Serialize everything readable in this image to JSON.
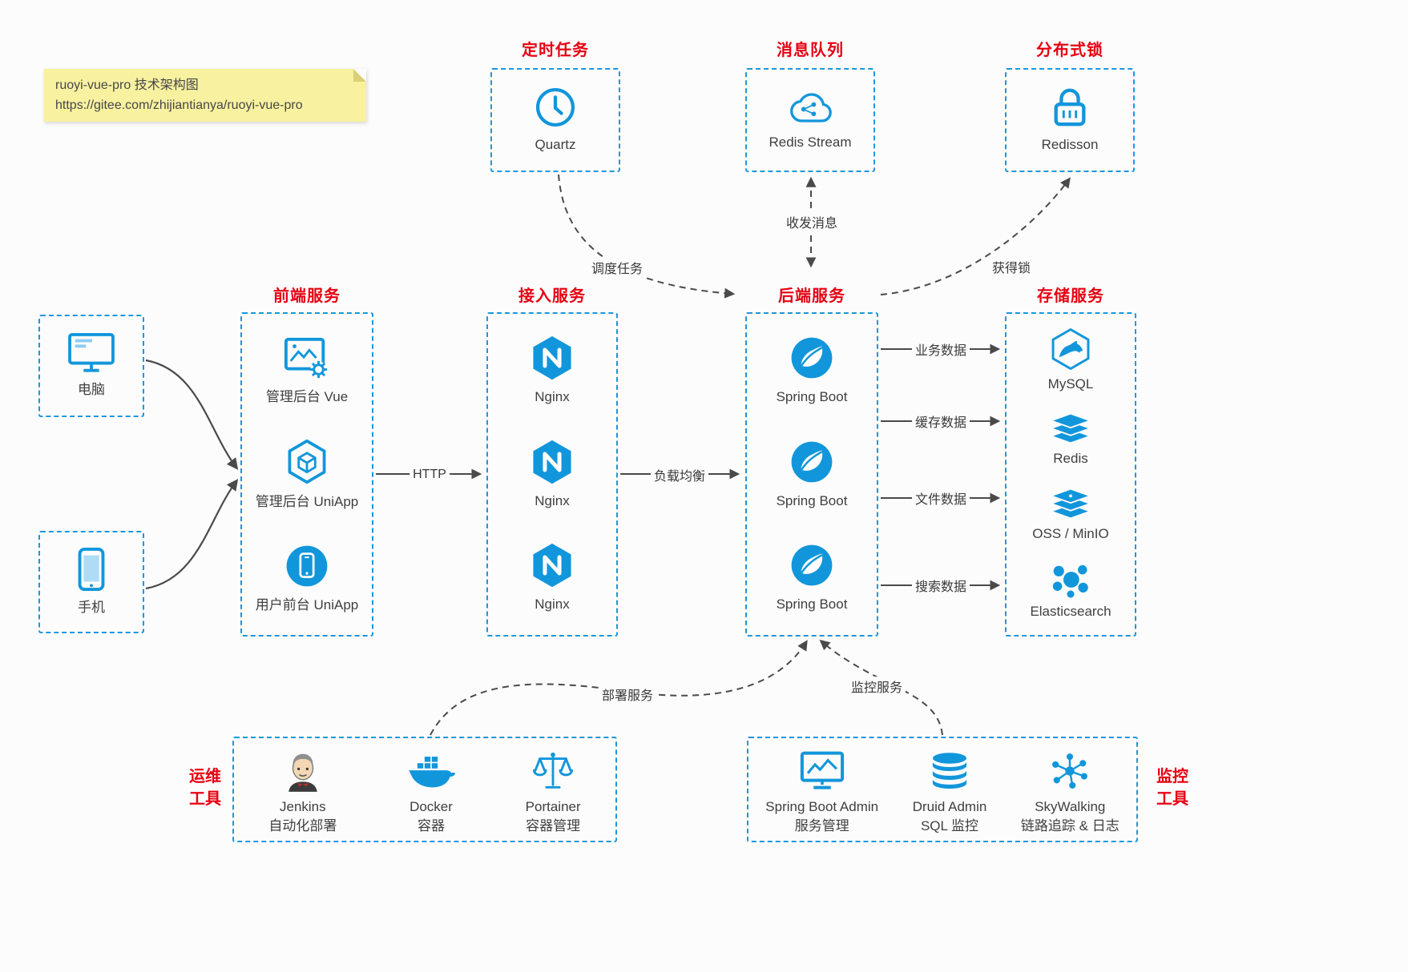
{
  "note": {
    "line1": "ruoyi-vue-pro 技术架构图",
    "line2": "https://gitee.com/zhijiantianya/ruoyi-vue-pro"
  },
  "top_groups": [
    {
      "title": "定时任务",
      "label": "Quartz"
    },
    {
      "title": "消息队列",
      "label": "Redis Stream"
    },
    {
      "title": "分布式锁",
      "label": "Redisson"
    }
  ],
  "devices": [
    {
      "label": "电脑"
    },
    {
      "label": "手机"
    }
  ],
  "frontend": {
    "title": "前端服务",
    "items": [
      {
        "label": "管理后台 Vue"
      },
      {
        "label": "管理后台 UniApp"
      },
      {
        "label": "用户前台 UniApp"
      }
    ]
  },
  "access": {
    "title": "接入服务",
    "items": [
      {
        "label": "Nginx"
      },
      {
        "label": "Nginx"
      },
      {
        "label": "Nginx"
      }
    ]
  },
  "backend": {
    "title": "后端服务",
    "items": [
      {
        "label": "Spring Boot"
      },
      {
        "label": "Spring Boot"
      },
      {
        "label": "Spring Boot"
      }
    ]
  },
  "storage": {
    "title": "存储服务",
    "items": [
      {
        "label": "MySQL"
      },
      {
        "label": "Redis"
      },
      {
        "label": "OSS / MinIO"
      },
      {
        "label": "Elasticsearch"
      }
    ]
  },
  "ops": {
    "side_line1": "运维",
    "side_line2": "工具",
    "items": [
      {
        "label": "Jenkins",
        "sub": "自动化部署"
      },
      {
        "label": "Docker",
        "sub": "容器"
      },
      {
        "label": "Portainer",
        "sub": "容器管理"
      }
    ]
  },
  "monitoring": {
    "side_line1": "监控",
    "side_line2": "工具",
    "items": [
      {
        "label": "Spring Boot Admin",
        "sub": "服务管理"
      },
      {
        "label": "Druid Admin",
        "sub": "SQL 监控"
      },
      {
        "label": "SkyWalking",
        "sub": "链路追踪 & 日志"
      }
    ]
  },
  "edges": {
    "schedule": "调度任务",
    "messages": "收发消息",
    "lock": "获得锁",
    "http": "HTTP",
    "load_balance": "负载均衡",
    "business": "业务数据",
    "cache": "缓存数据",
    "file": "文件数据",
    "search": "搜索数据",
    "deploy": "部署服务",
    "monitor": "监控服务"
  },
  "colors": {
    "accent_blue": "#1296db",
    "title_red": "#e60012",
    "arrow_gray": "#4a4a4a",
    "note_yellow": "#f8f1a0"
  }
}
